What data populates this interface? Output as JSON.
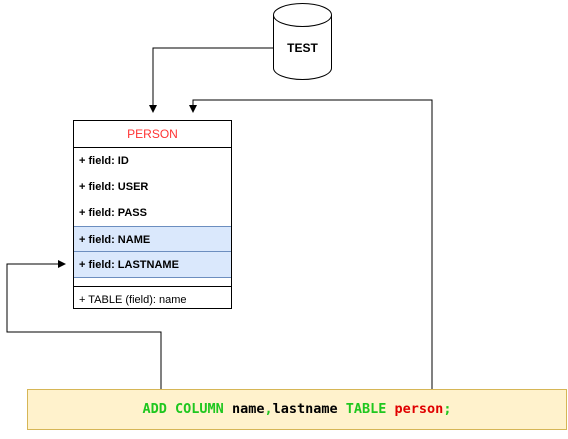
{
  "database": {
    "label": "TEST"
  },
  "entity": {
    "title": "PERSON",
    "fields": [
      "+ field: ID",
      "+ field: USER",
      "+ field: PASS",
      "+ field: NAME",
      "+ field: LASTNAME"
    ],
    "method": "+ TABLE (field): name"
  },
  "sql": {
    "add_column": "ADD COLUMN",
    "columns": "name",
    "comma": ",",
    "columns2": "lastname",
    "table_kw": "TABLE",
    "table_name": "person",
    "semicolon": ";"
  },
  "colors": {
    "entity_title": "#ff3333",
    "highlight_fill": "#dae8fc",
    "highlight_border": "#6c8ebf",
    "sql_fill": "#fff2cc",
    "sql_border": "#d6b656",
    "keyword": "#1fc71f",
    "table_name": "#e00000"
  }
}
